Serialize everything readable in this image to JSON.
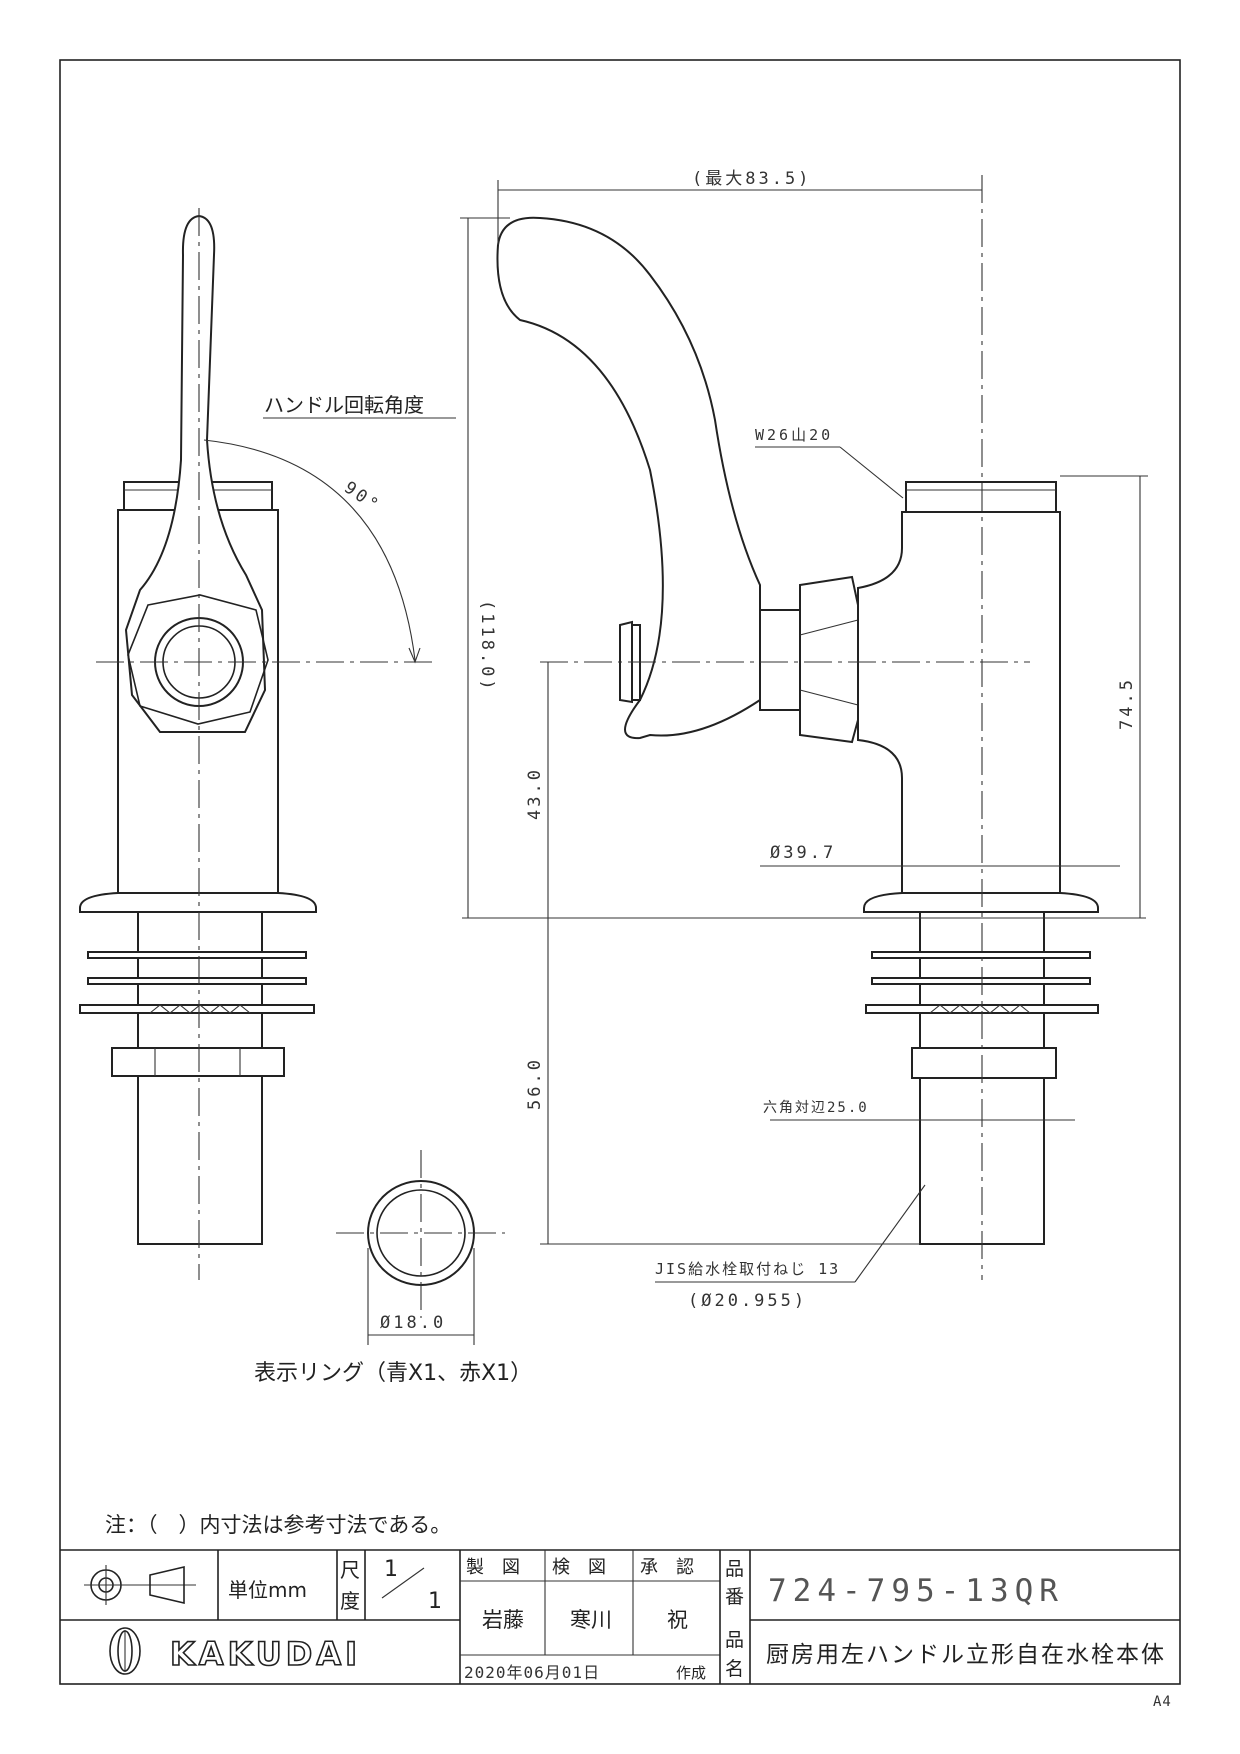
{
  "drawing": {
    "dimensions": {
      "max_width": "(最大83.5)",
      "height_total": "(118.0)",
      "thread_top": "W26山20",
      "body_height": "74.5",
      "axis_height": "43.0",
      "base_diameter": "Ø39.7",
      "shank_length": "56.0",
      "hex_across_flats": "六角対辺25.0",
      "jis_thread": "JIS給水栓取付ねじ 13",
      "jis_thread_dia": "(Ø20.955)",
      "ring_dia": "Ø18.0",
      "rotation_angle": "90°"
    },
    "labels": {
      "handle_rotation": "ハンドル回転角度",
      "indicator_ring": "表示リング（青X1、赤X1）"
    },
    "note": "注：（　）内寸法は参考寸法である。"
  },
  "title_block": {
    "unit_label": "単位mm",
    "scale_label_1": "尺",
    "scale_label_2": "度",
    "scale_num": "1",
    "scale_den": "1",
    "made_header": "製　図",
    "check_header": "検　図",
    "approve_header": "承　認",
    "made_by": "岩藤",
    "checked_by": "寒川",
    "approved_by": "祝",
    "date": "2020年06月01日",
    "created": "作成",
    "part_no_label_1": "品",
    "part_no_label_2": "番",
    "part_no": "724-795-13QR",
    "part_name_label_1": "品",
    "part_name_label_2": "名",
    "part_name": "厨房用左ハンドル立形自在水栓本体",
    "brand": "KAKUDAI",
    "paper_size": "A4"
  }
}
